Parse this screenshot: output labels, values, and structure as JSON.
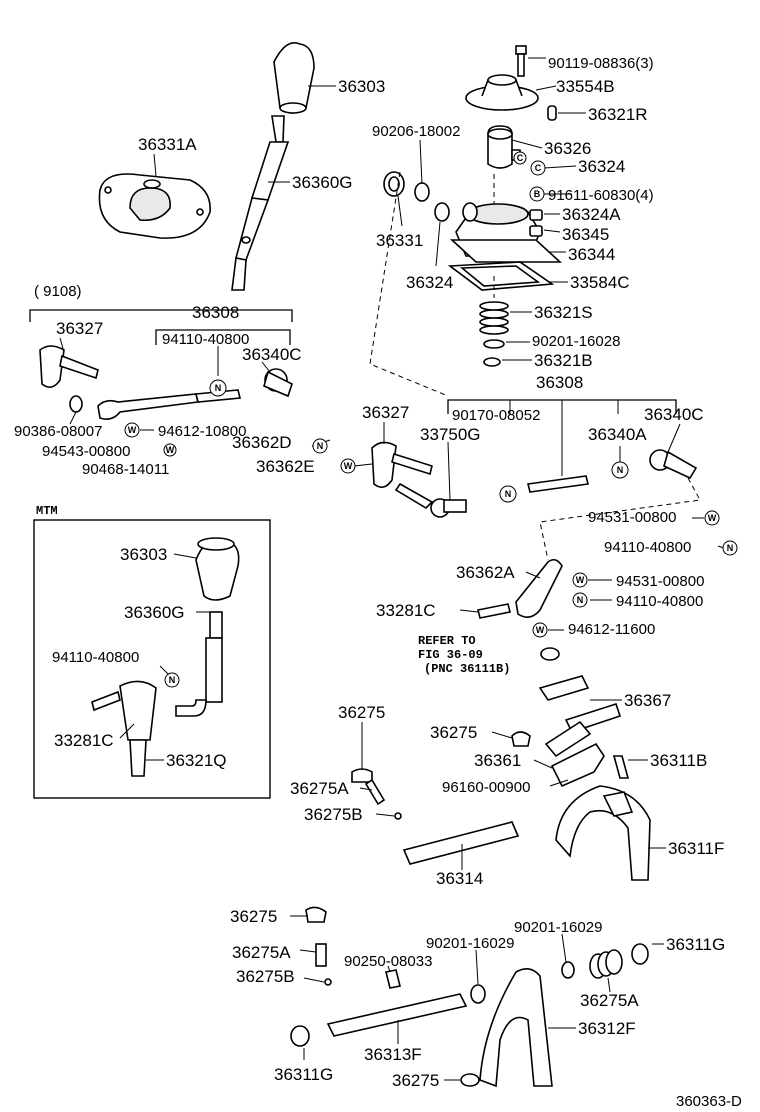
{
  "labels": {
    "p36303": "36303",
    "p90119": "90119-08836(3)",
    "p33554B": "33554B",
    "p36331A": "36331A",
    "p36321R": "36321R",
    "p90206": "90206-18002",
    "p36326": "36326",
    "p36360G": "36360G",
    "p36324a": "36324",
    "p91611": "91611-60830(4)",
    "p36324A": "36324A",
    "p36345": "36345",
    "p36331": "36331",
    "p36344": "36344",
    "p36324b": "36324",
    "p33584C": "33584C",
    "p9108": "(      9108)",
    "p36308a": "36308",
    "p36321S": "36321S",
    "p36327a": "36327",
    "p94110a": "94110-40800",
    "p90201a": "90201-16028",
    "p36340Ca": "36340C",
    "p36321B": "36321B",
    "p36308b": "36308",
    "p90386": "90386-08007",
    "p94612a": "94612-10800",
    "p36327b": "36327",
    "p90170": "90170-08052",
    "p36340Cb": "36340C",
    "p94543": "94543-00800",
    "p36362D": "36362D",
    "p33750G": "33750G",
    "p36340A": "36340A",
    "p90468": "90468-14011",
    "p36362E": "36362E",
    "pMTM": "MTM",
    "p94531a": "94531-00800",
    "p36303b": "36303",
    "p94110b": "94110-40800",
    "p36362A": "36362A",
    "p94531b": "94531-00800",
    "p36360Gb": "36360G",
    "p94110c": "94110-40800",
    "p33281Ca": "33281C",
    "p94612b": "94612-11600",
    "p94110d": "94110-40800",
    "pRefer1": "REFER TO",
    "pRefer2": "FIG 36-09",
    "pRefer3": "(PNC 36111B)",
    "p33281Cb": "33281C",
    "p36321Q": "36321Q",
    "p36275a": "36275",
    "p36367": "36367",
    "p36275b": "36275",
    "p36361": "36361",
    "p36311B": "36311B",
    "p36275A": "36275A",
    "p96160": "96160-00900",
    "p36275B": "36275B",
    "p36311F": "36311F",
    "p36314": "36314",
    "p36275c": "36275",
    "p90201b": "90201-16029",
    "p90201c": "90201-16029",
    "p36311Ga": "36311G",
    "p36275Ab": "36275A",
    "p90250": "90250-08033",
    "p36275Bb": "36275B",
    "p36275Ac": "36275A",
    "p36312F": "36312F",
    "p36313F": "36313F",
    "p36311Gb": "36311G",
    "p36275d": "36275",
    "pFig": "360363-D"
  },
  "symbols": {
    "bolt": "B",
    "washer": "W",
    "nut": "N",
    "ring": "C"
  }
}
